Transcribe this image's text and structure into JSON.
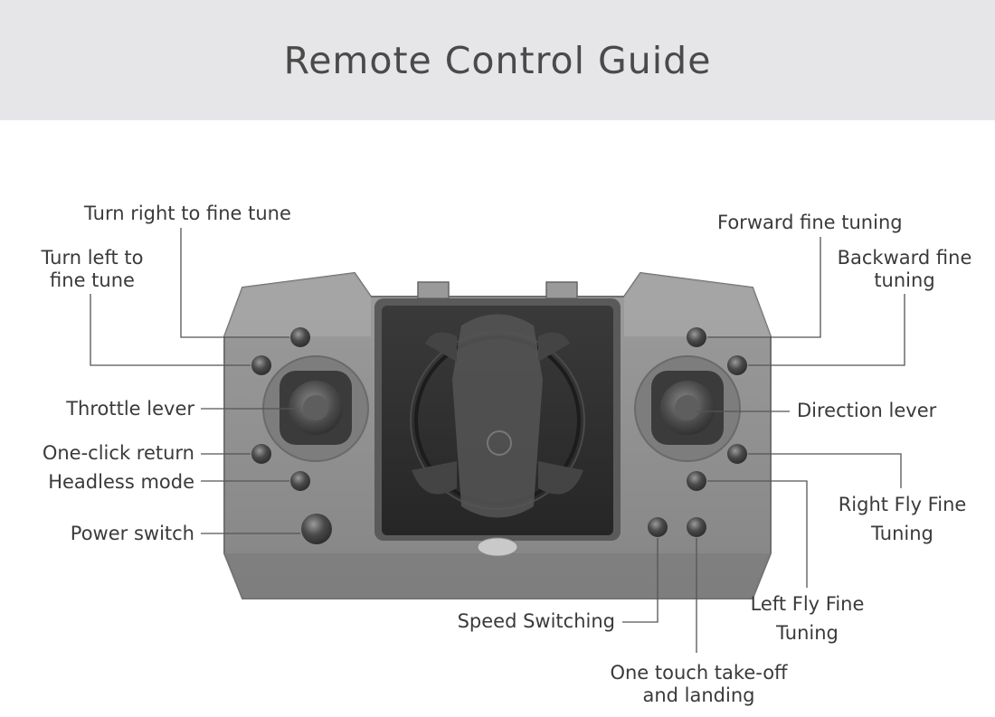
{
  "title": "Remote Control Guide",
  "labels": {
    "turn_right": "Turn right to fine tune",
    "turn_left": "Turn left to\nfine tune",
    "throttle": "Throttle lever",
    "one_click_return": "One-click return",
    "headless": "Headless mode",
    "power": "Power switch",
    "forward": "Forward fine tuning",
    "backward": "Backward fine\ntuning",
    "direction": "Direction lever",
    "right_fly": "Right Fly Fine\nTuning",
    "left_fly": "Left Fly Fine\nTuning",
    "speed": "Speed Switching",
    "takeoff": "One touch take-off\nand landing"
  },
  "colors": {
    "body": "#8e8e8e",
    "body_light": "#a8a8a8",
    "body_dark": "#6f6f6f",
    "screen": "#2f2f2f",
    "leader": "#555555"
  }
}
